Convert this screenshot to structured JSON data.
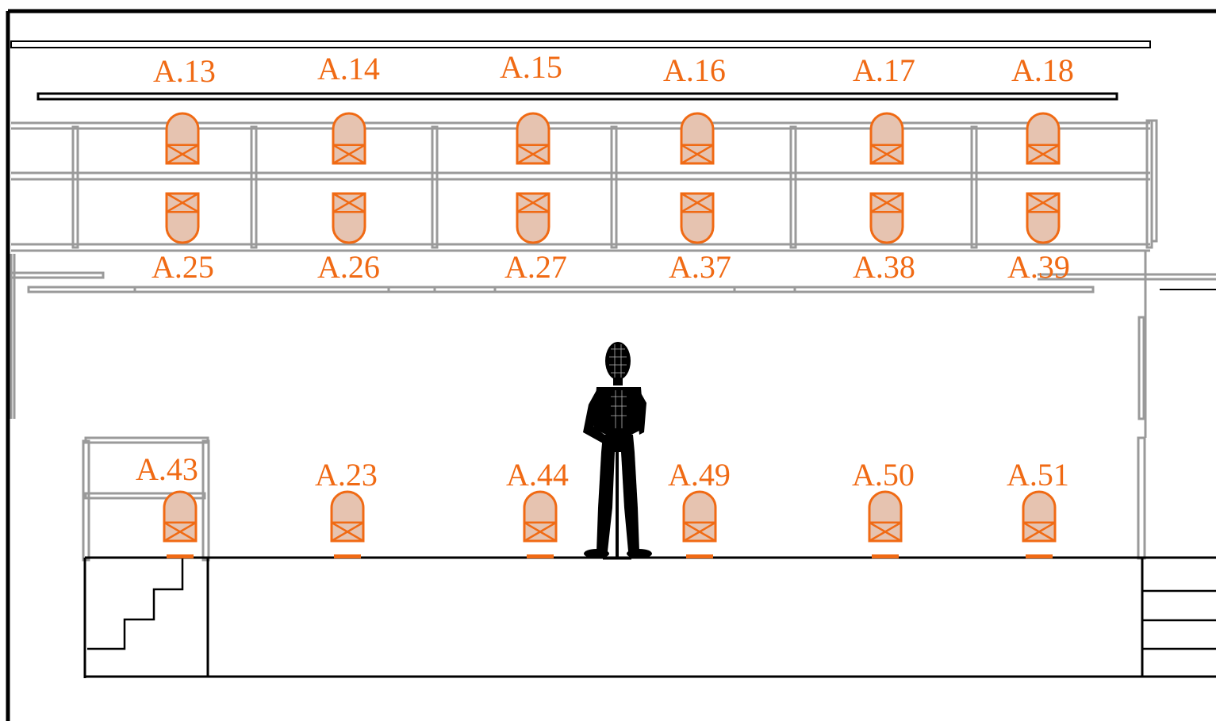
{
  "colors": {
    "fixture_stroke": "#f06a14",
    "fixture_fill": "#e6c3b0",
    "label": "#f06a14",
    "structure": "#999999",
    "outline": "#000000"
  },
  "upper_truss": {
    "top_labels": [
      "A.13",
      "A.14",
      "A.15",
      "A.16",
      "A.17",
      "A.18"
    ],
    "bottom_labels": [
      "A.25",
      "A.26",
      "A.27",
      "A.37",
      "A.38",
      "A.39"
    ]
  },
  "floor": {
    "labels": [
      "A.43",
      "A.23",
      "A.44",
      "A.49",
      "A.50",
      "A.51"
    ]
  },
  "icons": {
    "figure": "human-mannequin-icon",
    "fixture": "light-fixture-icon"
  }
}
